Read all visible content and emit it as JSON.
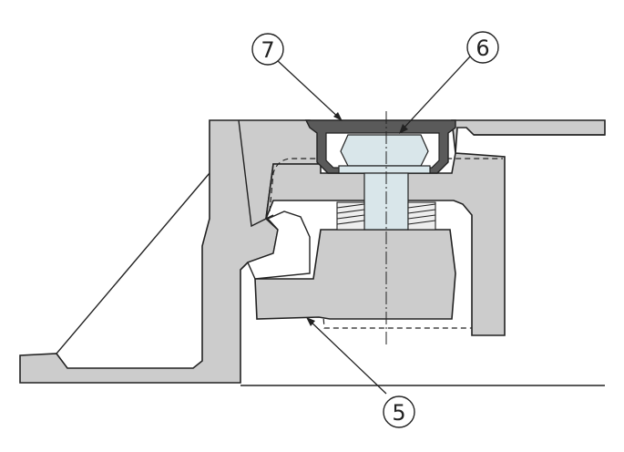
{
  "callouts": [
    {
      "id": "callout-7",
      "label": "7"
    },
    {
      "id": "callout-6",
      "label": "6"
    },
    {
      "id": "callout-5",
      "label": "5"
    }
  ],
  "colors": {
    "part_fill": "#cccccc",
    "part_stroke": "#222222",
    "cap_fill": "#5a5a5a",
    "bolt_fill": "#d9e6ea",
    "background": "#ffffff"
  }
}
